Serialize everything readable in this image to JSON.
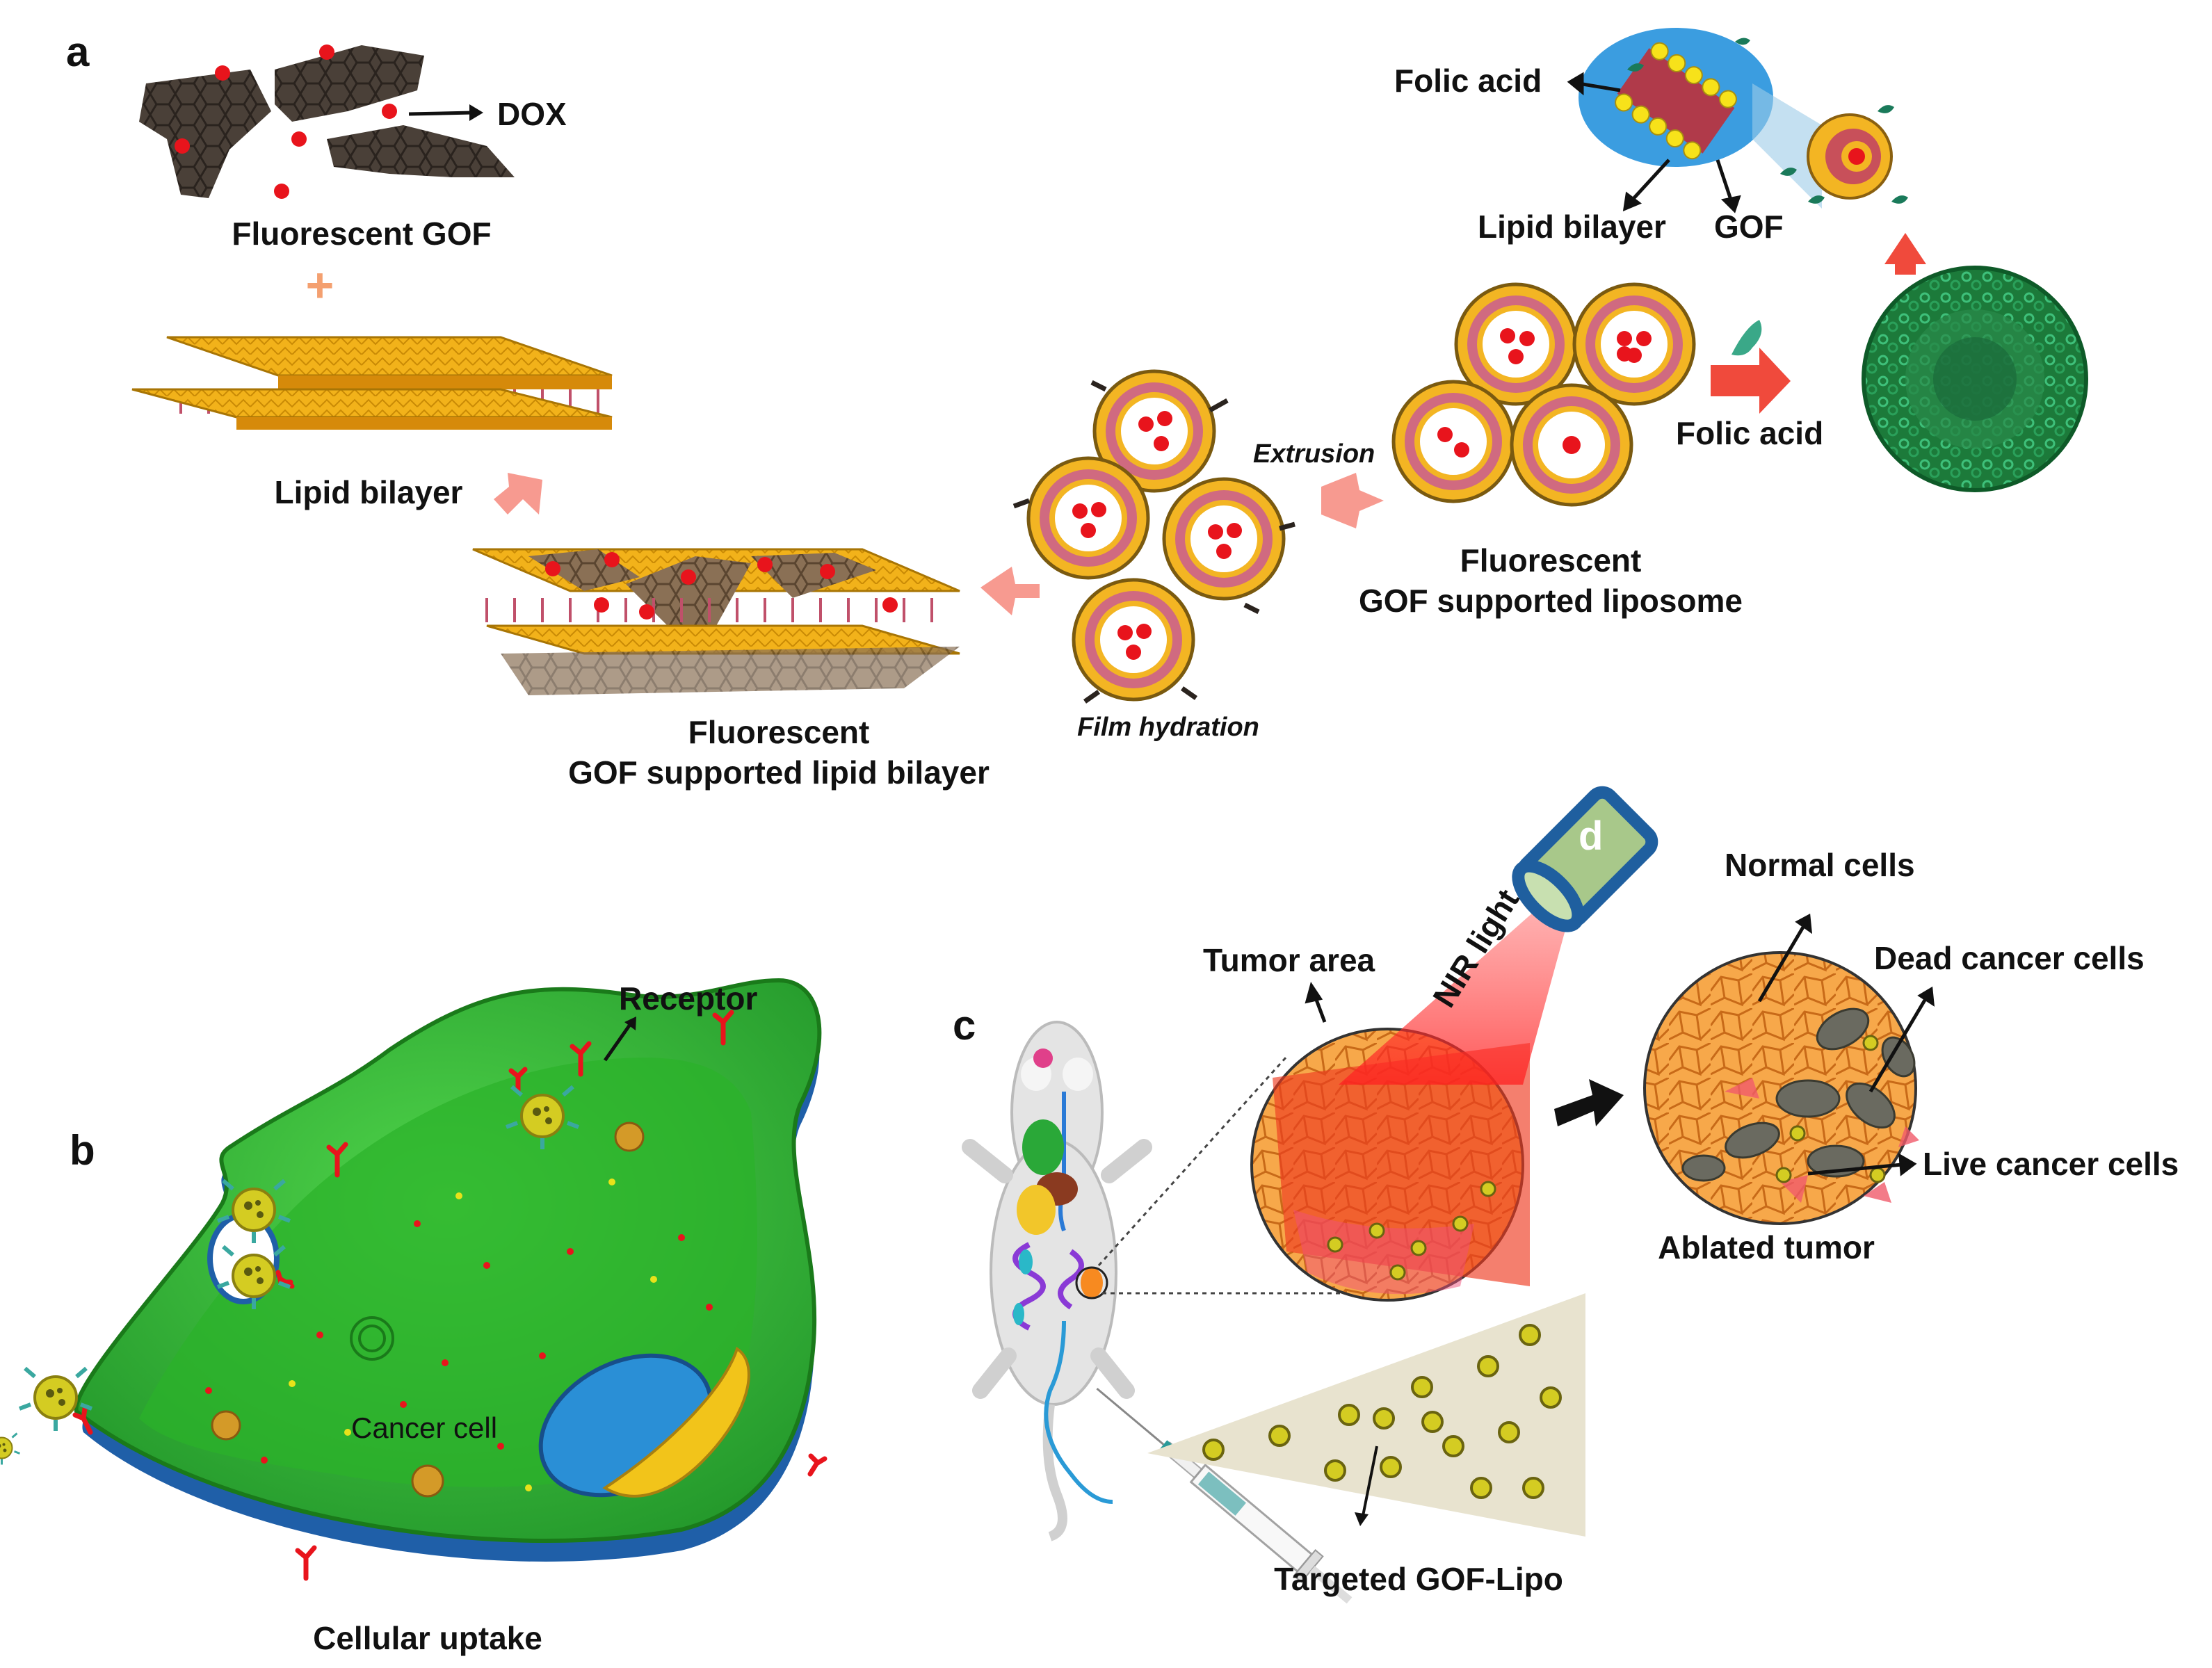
{
  "panels": {
    "a": "a",
    "b": "b",
    "c": "c",
    "d": "d"
  },
  "panel_a": {
    "dox": "DOX",
    "fluorescent_gof": "Fluorescent GOF",
    "plus": "+",
    "lipid_bilayer": "Lipid bilayer",
    "supported_bilayer_line1": "Fluorescent",
    "supported_bilayer_line2": "GOF supported lipid bilayer",
    "film_hydration": "Film hydration",
    "extrusion": "Extrusion",
    "liposome_line1": "Fluorescent",
    "liposome_line2": "GOF supported liposome",
    "folic_acid_arrow": "Folic acid",
    "inset_folic_acid": "Folic acid",
    "inset_lipid_bilayer": "Lipid bilayer",
    "inset_gof": "GOF"
  },
  "panel_b": {
    "receptor": "Receptor",
    "cancer_cell": "Cancer cell",
    "cellular_uptake": "Cellular uptake"
  },
  "panel_c": {
    "tumor_area": "Tumor area",
    "nir_light": "NIR light",
    "normal_cells": "Normal cells",
    "dead_cancer_cells": "Dead cancer cells",
    "live_cancer_cells": "Live cancer cells",
    "ablated_tumor": "Ablated tumor",
    "targeted_gof_lipo": "Targeted GOF-Lipo"
  },
  "colors": {
    "gof_dark": "#3a322c",
    "dox_red": "#e8141c",
    "lipid_gold": "#f2b21a",
    "lipid_tail": "#c0506a",
    "arrow_pink": "#f79a90",
    "arrow_red": "#f04a3c",
    "cell_green": "#35b82f",
    "cell_dark_green": "#1f8a1e",
    "membrane_blue": "#1f5fa8",
    "nucleus_blue": "#2a8fd6",
    "tumor_orange": "#f59a3c",
    "nir_red": "#e82020",
    "device_green": "#a8c88a",
    "device_blue": "#1f5f9f",
    "cone_beige": "#e8e3cf"
  }
}
